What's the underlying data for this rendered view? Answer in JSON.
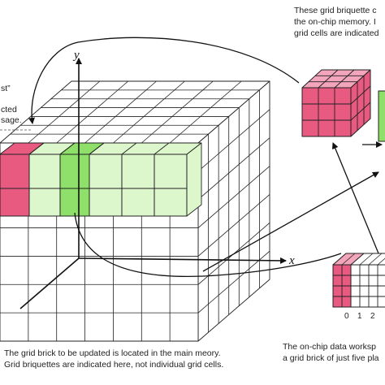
{
  "axes": {
    "x_label": "x",
    "y_label": "y"
  },
  "captions": {
    "top_right": [
      "These grid briquette c",
      "the on-chip memory. I",
      "grid cells are indicated"
    ],
    "left_fragments": [
      "st”",
      "cted",
      "sage."
    ],
    "bottom_left": [
      "The grid brick to be updated is located in the main meory.",
      "Grid briquettes are indicated here, not individual grid cells."
    ],
    "bottom_right": [
      "The on-chip data worksp",
      "a grid brick of just five pla"
    ]
  },
  "workspace_ticks": [
    "0",
    "1",
    "2"
  ],
  "colors": {
    "pink": "#e85a80",
    "pink_light": "#f3a5bb",
    "green": "#8fe06a",
    "green_light": "#ddf7cc",
    "green_edge": "#4a9a2a",
    "grid_line": "#222222"
  }
}
